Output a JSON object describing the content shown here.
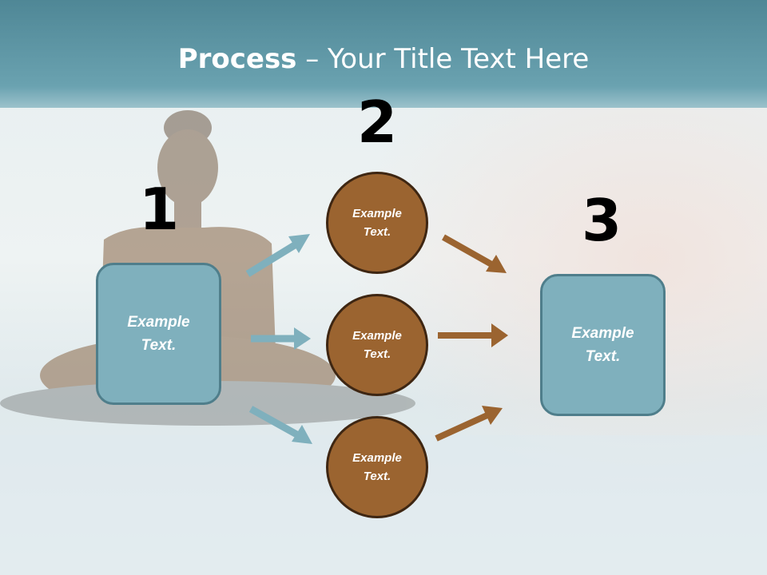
{
  "title": {
    "bold": "Process",
    "rest": " – Your Title Text Here"
  },
  "steps": [
    {
      "number": "1",
      "boxes": [
        "Example\nText."
      ]
    },
    {
      "number": "2",
      "boxes": [
        "Example\nText.",
        "Example\nText.",
        "Example\nText."
      ]
    },
    {
      "number": "3",
      "boxes": [
        "Example\nText."
      ]
    }
  ],
  "colors": {
    "header": "#5f9aa8",
    "box_fill": "#7fb0bd",
    "box_border": "#4f7e8b",
    "circle_fill": "#9b6430",
    "circle_border": "#3e2612",
    "arrow_blue": "#7fb0bd",
    "arrow_brown": "#9b6430"
  }
}
